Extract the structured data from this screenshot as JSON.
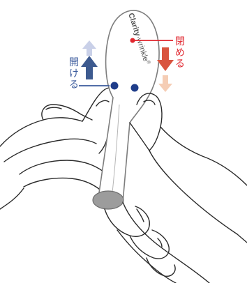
{
  "brand": {
    "name_bold": "Clarity",
    "name_rest": "·wrinkle",
    "mark": "®"
  },
  "labels": {
    "open": {
      "chars": [
        "開",
        "け",
        "る"
      ],
      "color": "#3a5a9c"
    },
    "close": {
      "chars": [
        "閉",
        "め",
        "る"
      ],
      "color": "#e0262e"
    }
  },
  "colors": {
    "arrow_up_dark": "#3d5a8f",
    "arrow_up_light": "#c9d0e8",
    "arrow_down_dark": "#d9543f",
    "arrow_down_light": "#f5cdb5",
    "device_body": "#ffffff",
    "device_outline": "#7d7d7d",
    "device_tip": "#9c9c9c",
    "dot": "#1f3d8a",
    "outline": "#2a2a2a"
  }
}
